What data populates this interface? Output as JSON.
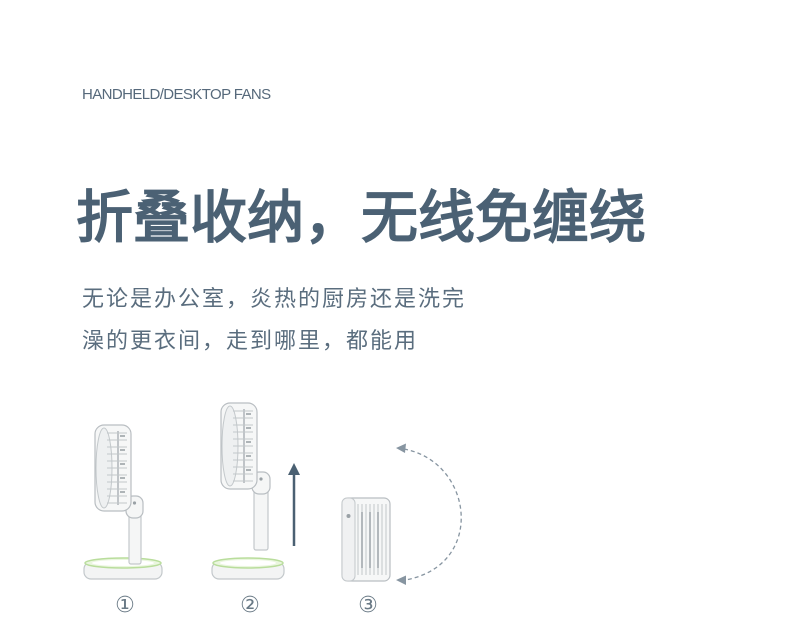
{
  "header": {
    "eyebrow": "HANDHELD/DESKTOP FANS"
  },
  "headline": {
    "title": "折叠收纳，无线免缠绕",
    "description_lines": [
      "无论是办公室，炎热的厨房还是洗完",
      "澡的更衣间，走到哪里，都能用"
    ]
  },
  "steps": [
    {
      "label": "①",
      "illustration": "fan-standing-icon"
    },
    {
      "label": "②",
      "illustration": "fan-pole-lifted-icon"
    },
    {
      "label": "③",
      "illustration": "fan-folded-icon"
    }
  ],
  "icons": {
    "lift": "up-arrow-icon",
    "fold": "curved-dashed-arrow-icon"
  },
  "colors": {
    "title": "#4b6174",
    "text": "#5a6d7e",
    "outline": "#b9bec2",
    "glow": "#c6e6a8",
    "arrow": "#4a6072"
  }
}
